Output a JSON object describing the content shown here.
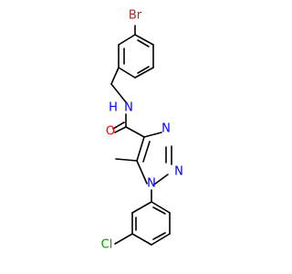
{
  "molecule": {
    "atoms": {
      "bromine": "Br",
      "amide_nitrogen": "N",
      "amide_hydrogen": "H",
      "carbonyl_oxygen": "O",
      "triazole_n3": "N",
      "triazole_n2": "N",
      "triazole_n1": "N",
      "chlorine": "Cl"
    },
    "colors": {
      "bromine": "#A52A2A",
      "nitrogen": "#0000FF",
      "oxygen": "#FF0000",
      "chlorine": "#00A000",
      "bond": "#000000",
      "background": "#FFFFFF"
    }
  }
}
